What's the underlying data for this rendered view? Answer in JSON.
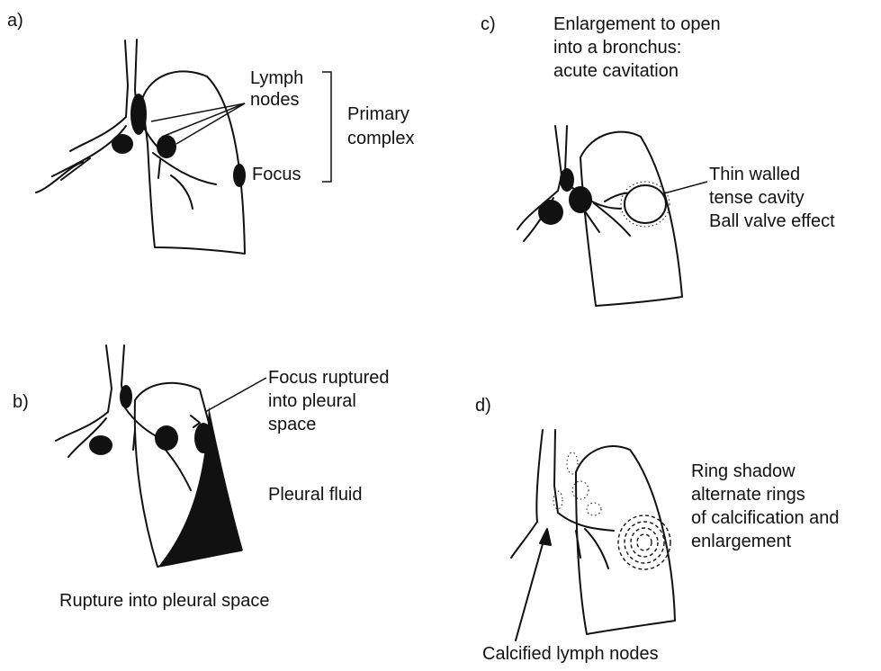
{
  "panels": {
    "a": {
      "letter": "a)",
      "lymph_line1": "Lymph",
      "lymph_line2": "nodes",
      "focus": "Focus",
      "primary_line1": "Primary",
      "primary_line2": "complex"
    },
    "b": {
      "letter": "b)",
      "focus_line1": "Focus ruptured",
      "focus_line2": "into pleural",
      "focus_line3": "space",
      "pleural_fluid": "Pleural fluid",
      "caption": "Rupture into pleural space"
    },
    "c": {
      "letter": "c)",
      "title_line1": "Enlargement to open",
      "title_line2": "into a bronchus:",
      "title_line3": "acute cavitation",
      "cavity_line1": "Thin walled",
      "cavity_line2": "tense cavity",
      "cavity_line3": "Ball valve effect"
    },
    "d": {
      "letter": "d)",
      "ring_line1": "Ring shadow",
      "ring_line2": "alternate rings",
      "ring_line3": "of calcification and",
      "ring_line4": "enlargement",
      "caption": "Calcified lymph nodes"
    }
  },
  "colors": {
    "ink": "#111111",
    "paper": "#ffffff"
  }
}
